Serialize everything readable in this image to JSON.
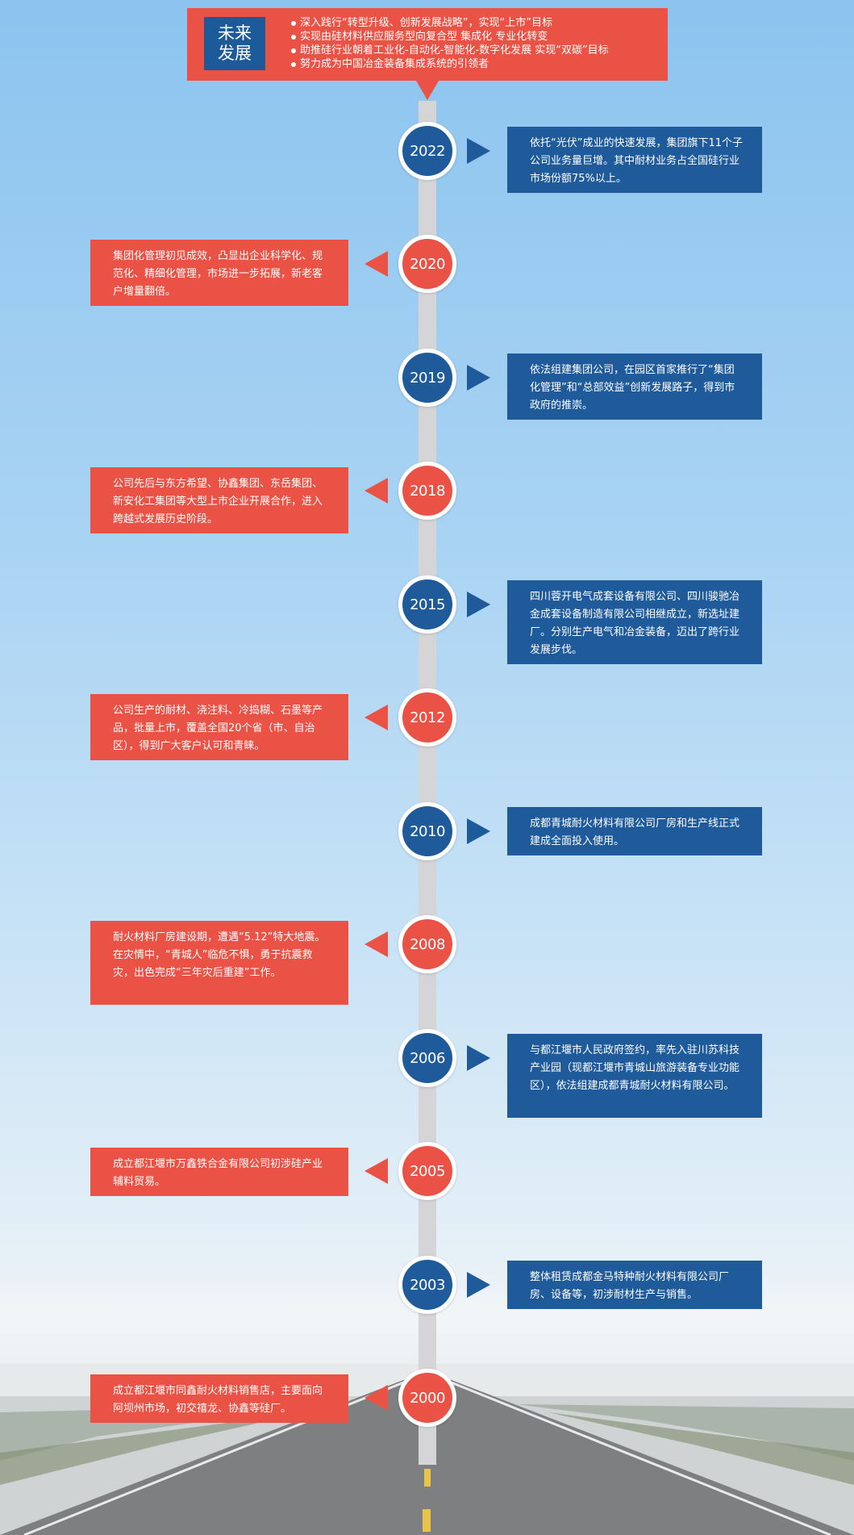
{
  "header": {
    "title_line1": "未来",
    "title_line2": "发展",
    "goals": [
      "深入践行“转型升级、创新发展战略”，实现“上市”目标",
      "实现由硅材料供应服务型向复合型 集成化 专业化转变",
      "助推硅行业朝着工业化-自动化-智能化-数字化发展 实现“双碳”目标",
      "努力成为中国冶金装备集成系统的引领者"
    ]
  },
  "timeline": [
    {
      "year": "2022",
      "text": "依托“光伏”成业的快速发展，集团旗下11个子公司业务量巨增。其中耐材业务占全国硅行业市场份额75%以上。"
    },
    {
      "year": "2020",
      "text": "集团化管理初见成效，凸显出企业科学化、规范化、精细化管理，市场进一步拓展，新老客户增量翻倍。"
    },
    {
      "year": "2019",
      "text": "依法组建集团公司，在园区首家推行了“集团化管理”和“总部效益”创新发展路子，得到市政府的推崇。"
    },
    {
      "year": "2018",
      "text": "公司先后与东方希望、协鑫集团、东岳集团、新安化工集团等大型上市企业开展合作，进入跨越式发展历史阶段。"
    },
    {
      "year": "2015",
      "text": "四川蓉开电气成套设备有限公司、四川骏驰冶金成套设备制造有限公司相继成立，新选址建厂。分别生产电气和冶金装备，迈出了跨行业发展步伐。"
    },
    {
      "year": "2012",
      "text": "公司生产的耐材、浇注料、冷捣糊、石墨等产品，批量上市，覆盖全国20个省（市、自治区），得到广大客户认可和青睐。"
    },
    {
      "year": "2010",
      "text": "成都青城耐火材料有限公司厂房和生产线正式建成全面投入使用。"
    },
    {
      "year": "2008",
      "text": "耐火材料厂房建设期，遭遇“5.12”特大地震。在灾情中，“青城人”临危不惧，勇于抗震救灾，出色完成“三年灾后重建”工作。"
    },
    {
      "year": "2006",
      "text": "与都江堰市人民政府签约，率先入驻川苏科技产业园（现都江堰市青城山旅游装备专业功能区），依法组建成都青城耐火材料有限公司。"
    },
    {
      "year": "2005",
      "text": "成立都江堰市万鑫铁合金有限公司初涉硅产业辅料贸易。"
    },
    {
      "year": "2003",
      "text": "整体租赁成都金马特种耐火材料有限公司厂房、设备等，初涉耐材生产与销售。"
    },
    {
      "year": "2000",
      "text": "成立都江堰市同鑫耐火材料销售店，主要面向阿坝州市场，初交禧龙、协鑫等硅厂。"
    }
  ],
  "colors": {
    "blue": "#1f5a9a",
    "red": "#ea5246"
  }
}
